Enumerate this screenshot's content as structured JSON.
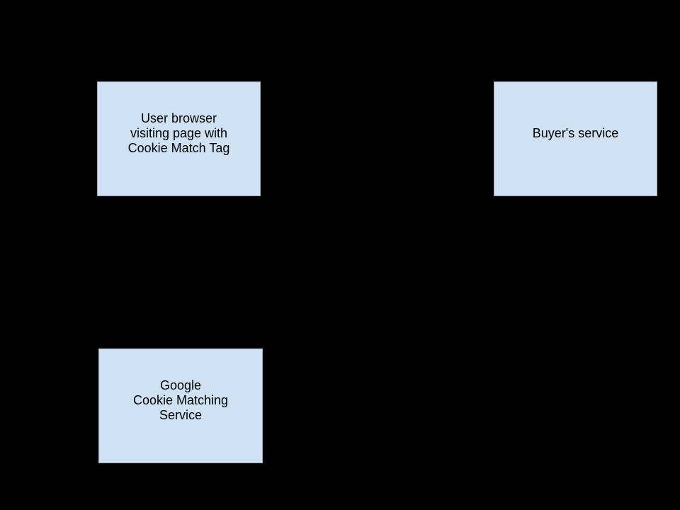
{
  "canvas": {
    "background_color": "#000000"
  },
  "diagram": {
    "type": "flow-diagram",
    "node_fill_color": "#cfe2f3",
    "node_border_color": "#9baab6",
    "node_text_color": "#000000",
    "nodes": [
      {
        "id": "user-browser",
        "label": "User browser\nvisiting page with\nCookie Match Tag"
      },
      {
        "id": "buyers-service",
        "label": "Buyer's service"
      },
      {
        "id": "google-cookie-matching",
        "label": "Google\nCookie Matching\nService"
      }
    ]
  }
}
